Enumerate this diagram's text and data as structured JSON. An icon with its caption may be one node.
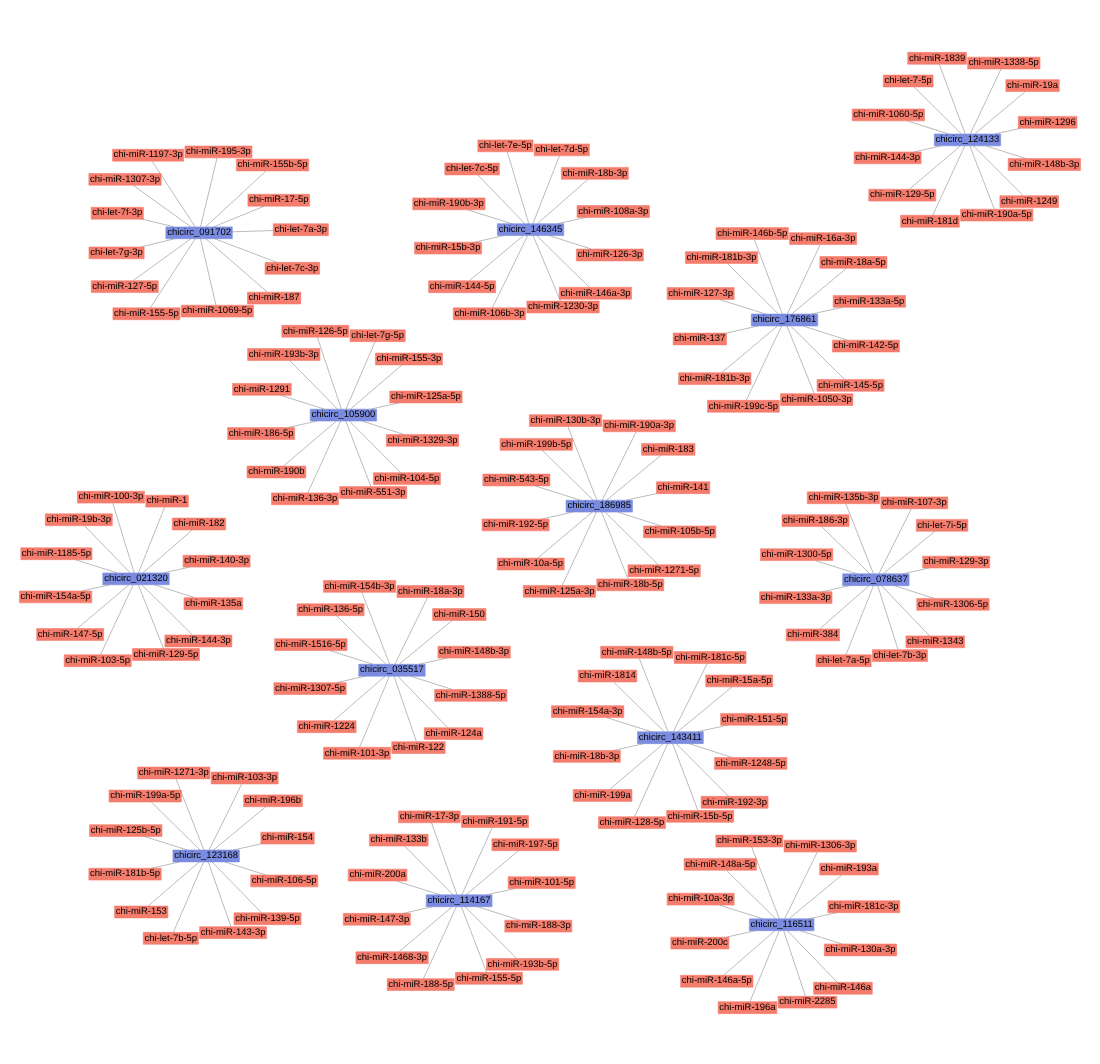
{
  "diagram": {
    "nodes": [
      {
        "text": [
          "chicirc_091702"
        ]
      },
      {
        "text": [
          "chicirc_035517"
        ]
      },
      {
        "text": [
          "chicirc_186985"
        ]
      },
      {
        "text": [
          "chicirc_143411"
        ]
      },
      {
        "text": [
          "chicirc_078637"
        ]
      },
      {
        "text": [
          "chicirc_105900"
        ]
      },
      {
        "text": [
          "chicirc_176861"
        ]
      },
      {
        "text": [
          "chicirc_123168"
        ]
      },
      {
        "text": [
          "chicirc_116511"
        ]
      },
      {
        "text": [
          "chicirc_021320"
        ]
      },
      {
        "text": [
          "chicirc_114167"
        ]
      },
      {
        "text": [
          "chicirc_146345"
        ]
      },
      {
        "text": [
          "chicirc_124133"
        ]
      },
      {
        "text": [
          "chi-miR-17-5p"
        ]
      },
      {
        "text": [
          "chi-miR-150"
        ]
      },
      {
        "text": [
          "chi-miR-183"
        ]
      },
      {
        "text": [
          "chi-miR-15a-5p"
        ]
      },
      {
        "text": [
          "chi-let-7i-5p"
        ]
      },
      {
        "text": [
          "chi-miR-155-3p"
        ]
      },
      {
        "text": [
          "chi-miR-18a-5p"
        ]
      },
      {
        "text": [
          "chi-miR-196b"
        ]
      },
      {
        "text": [
          "chi-miR-193a"
        ]
      },
      {
        "text": [
          "chi-miR-182"
        ]
      },
      {
        "text": [
          "chi-miR-197-5p"
        ]
      },
      {
        "text": [
          "chi-miR-18b-3p"
        ]
      },
      {
        "text": [
          "chi-miR-19a"
        ]
      },
      {
        "text": [
          "chi-miR-155-5p"
        ]
      },
      {
        "text": [
          "chi-miR-101-3p"
        ]
      },
      {
        "text": [
          "chi-miR-125a-3p"
        ]
      },
      {
        "text": [
          "chi-miR-128-5p"
        ]
      },
      {
        "text": [
          "chi-let-7a-5p"
        ]
      },
      {
        "text": [
          "chi-miR-136-3p"
        ]
      },
      {
        "text": [
          "chi-miR-199c-5p"
        ]
      },
      {
        "text": [
          "chi-let-7b-5p"
        ]
      },
      {
        "text": [
          "chi-miR-196a"
        ]
      },
      {
        "text": [
          "chi-miR-103-5p"
        ]
      },
      {
        "text": [
          "chi-miR-188-5p"
        ]
      },
      {
        "text": [
          "chi-miR-106b-3p"
        ]
      },
      {
        "text": [
          "chi-miR-181d"
        ]
      },
      {
        "text": [
          "chi-miR-1197-3p"
        ]
      },
      {
        "text": [
          "chi-miR-154b-3p"
        ]
      },
      {
        "text": [
          "chi-miR-130b-3p"
        ]
      },
      {
        "text": [
          "chi-miR-148b-5p"
        ]
      },
      {
        "text": [
          "chi-miR-135b-3p"
        ]
      },
      {
        "text": [
          "chi-miR-126-5p"
        ]
      },
      {
        "text": [
          "chi-miR-146b-5p"
        ]
      },
      {
        "text": [
          "chi-miR-1271-3p"
        ]
      },
      {
        "text": [
          "chi-miR-153-3p"
        ]
      },
      {
        "text": [
          "chi-miR-100-3p"
        ]
      },
      {
        "text": [
          "chi-miR-17-3p"
        ]
      },
      {
        "text": [
          "chi-let-7e-5p"
        ]
      },
      {
        "text": [
          "chi-miR-1839"
        ]
      },
      {
        "text": [
          "chi-miR-195-3p"
        ]
      },
      {
        "text": [
          "chi-miR-18a-3p"
        ]
      },
      {
        "text": [
          "chi-miR-190a-3p"
        ]
      },
      {
        "text": [
          "chi-miR-181c-5p"
        ]
      },
      {
        "text": [
          "chi-miR-107-3p"
        ]
      },
      {
        "text": [
          "chi-let-7g-5p"
        ]
      },
      {
        "text": [
          "chi-miR-16a-3p"
        ]
      },
      {
        "text": [
          "chi-miR-103-3p"
        ]
      },
      {
        "text": [
          "chi-miR-1306-3p"
        ]
      },
      {
        "text": [
          "chi-miR-1"
        ]
      },
      {
        "text": [
          "chi-miR-191-5p"
        ]
      },
      {
        "text": [
          "chi-let-7d-5p"
        ]
      },
      {
        "text": [
          "chi-miR-1338-5p"
        ]
      },
      {
        "text": [
          "chi-miR-1307-3p"
        ]
      },
      {
        "text": [
          "chi-miR-136-5p"
        ]
      },
      {
        "text": [
          "chi-miR-199b-5p"
        ]
      },
      {
        "text": [
          "chi-miR-1814"
        ]
      },
      {
        "text": [
          "chi-miR-186-3p"
        ]
      },
      {
        "text": [
          "chi-miR-193b-3p"
        ]
      },
      {
        "text": [
          "chi-miR-181b-3p"
        ]
      },
      {
        "text": [
          "chi-miR-199a-5p"
        ]
      },
      {
        "text": [
          "chi-miR-148a-5p"
        ]
      },
      {
        "text": [
          "chi-miR-19b-3p"
        ]
      },
      {
        "text": [
          "chi-miR-133b"
        ]
      },
      {
        "text": [
          "chi-let-7c-5p"
        ]
      },
      {
        "text": [
          "chi-let-7-5p"
        ]
      },
      {
        "text": [
          "chi-let-7g-3p"
        ]
      },
      {
        "text": [
          "chi-miR-1307-5p"
        ]
      },
      {
        "text": [
          "chi-miR-192-5p"
        ]
      },
      {
        "text": [
          "chi-miR-18b-3p"
        ]
      },
      {
        "text": [
          "chi-miR-133a-3p"
        ]
      },
      {
        "text": [
          "chi-miR-186-5p"
        ]
      },
      {
        "text": [
          "chi-miR-137"
        ]
      },
      {
        "text": [
          "chi-miR-181b-5p"
        ]
      },
      {
        "text": [
          "chi-miR-200c"
        ]
      },
      {
        "text": [
          "chi-miR-154a-5p"
        ]
      },
      {
        "text": [
          "chi-miR-147-3p"
        ]
      },
      {
        "text": [
          "chi-miR-15b-3p"
        ]
      },
      {
        "text": [
          "chi-miR-144-3p"
        ]
      },
      {
        "text": [
          "chi-let-7c-3p"
        ]
      },
      {
        "text": [
          "chi-miR-1388-5p"
        ]
      },
      {
        "text": [
          "chi-miR-105b-5p"
        ]
      },
      {
        "text": [
          "chi-miR-1248-5p"
        ]
      },
      {
        "text": [
          "chi-miR-1306-5p"
        ]
      },
      {
        "text": [
          "chi-miR-1329-3p"
        ]
      },
      {
        "text": [
          "chi-miR-142-5p"
        ]
      },
      {
        "text": [
          "chi-miR-106-5p"
        ]
      },
      {
        "text": [
          "chi-miR-130a-3p"
        ]
      },
      {
        "text": [
          "chi-miR-135a"
        ]
      },
      {
        "text": [
          "chi-miR-188-3p"
        ]
      },
      {
        "text": [
          "chi-miR-126-3p"
        ]
      },
      {
        "text": [
          "chi-miR-148b-3p"
        ]
      },
      {
        "text": [
          "chi-miR-127-5p"
        ]
      },
      {
        "text": [
          "chi-miR-1224"
        ]
      },
      {
        "text": [
          "chi-miR-10a-5p"
        ]
      },
      {
        "text": [
          "chi-miR-199a"
        ]
      },
      {
        "text": [
          "chi-miR-384"
        ]
      },
      {
        "text": [
          "chi-miR-190b"
        ]
      },
      {
        "text": [
          "chi-miR-181b-3p"
        ]
      },
      {
        "text": [
          "chi-miR-153"
        ]
      },
      {
        "text": [
          "chi-miR-146a-5p"
        ]
      },
      {
        "text": [
          "chi-miR-147-5p"
        ]
      },
      {
        "text": [
          "chi-miR-1468-3p"
        ]
      },
      {
        "text": [
          "chi-miR-144-5p"
        ]
      },
      {
        "text": [
          "chi-miR-129-5p"
        ]
      },
      {
        "text": [
          "chi-miR-187"
        ]
      },
      {
        "text": [
          "chi-miR-124a"
        ]
      },
      {
        "text": [
          "chi-miR-1271-5p"
        ]
      },
      {
        "text": [
          "chi-miR-192-3p"
        ]
      },
      {
        "text": [
          "chi-miR-1343"
        ]
      },
      {
        "text": [
          "chi-miR-104-5p"
        ]
      },
      {
        "text": [
          "chi-miR-145-5p"
        ]
      },
      {
        "text": [
          "chi-miR-139-5p"
        ]
      },
      {
        "text": [
          "chi-miR-146a"
        ]
      },
      {
        "text": [
          "chi-miR-144-3p"
        ]
      },
      {
        "text": [
          "chi-miR-193b-5p"
        ]
      },
      {
        "text": [
          "chi-miR-146a-3p"
        ]
      },
      {
        "text": [
          "chi-miR-1249"
        ]
      },
      {
        "text": [
          "chi-miR-1069-5p"
        ]
      },
      {
        "text": [
          "chi-miR-122"
        ]
      },
      {
        "text": [
          "chi-miR-18b-5p"
        ]
      },
      {
        "text": [
          "chi-miR-15b-5p"
        ]
      },
      {
        "text": [
          "chi-let-7b-3p"
        ]
      },
      {
        "text": [
          "chi-miR-551-3p"
        ]
      },
      {
        "text": [
          "chi-miR-1050-3p"
        ]
      },
      {
        "text": [
          "chi-miR-143-3p"
        ]
      },
      {
        "text": [
          "chi-miR-2285"
        ]
      },
      {
        "text": [
          "chi-miR-129-5p"
        ]
      },
      {
        "text": [
          "chi-miR-155-5p"
        ]
      },
      {
        "text": [
          "chi-miR-1230-3p"
        ]
      },
      {
        "text": [
          "chi-miR-190a-5p"
        ]
      },
      {
        "text": [
          "chi-let-7f-3p"
        ]
      },
      {
        "text": [
          "chi-miR-1516-5p"
        ]
      },
      {
        "text": [
          "chi-miR-543-5p"
        ]
      },
      {
        "text": [
          "chi-miR-154a-3p"
        ]
      },
      {
        "text": [
          "chi-miR-1300-5p"
        ]
      },
      {
        "text": [
          "chi-miR-1291"
        ]
      },
      {
        "text": [
          "chi-miR-127-3p"
        ]
      },
      {
        "text": [
          "chi-miR-125b-5p"
        ]
      },
      {
        "text": [
          "chi-miR-10a-3p"
        ]
      },
      {
        "text": [
          "chi-miR-1185-5p"
        ]
      },
      {
        "text": [
          "chi-miR-200a"
        ]
      },
      {
        "text": [
          "chi-miR-190b-3p"
        ]
      },
      {
        "text": [
          "chi-miR-1060-5p"
        ]
      },
      {
        "text": [
          "chi-let-7a-3p"
        ]
      },
      {
        "text": [
          "chi-miR-148b-3p"
        ]
      },
      {
        "text": [
          "chi-miR-141"
        ]
      },
      {
        "text": [
          "chi-miR-151-5p"
        ]
      },
      {
        "text": [
          "chi-miR-129-3p"
        ]
      },
      {
        "text": [
          "chi-miR-125a-5p"
        ]
      },
      {
        "text": [
          "chi-miR-133a-5p"
        ]
      },
      {
        "text": [
          "chi-miR-154"
        ]
      },
      {
        "text": [
          "chi-miR-181c-3p"
        ]
      },
      {
        "text": [
          "chi-miR-140-3p"
        ]
      },
      {
        "text": [
          "chi-miR-101-5p"
        ]
      },
      {
        "text": [
          "chi-miR-108a-3p"
        ]
      },
      {
        "text": [
          "chi-miR-1296"
        ]
      },
      {
        "text": [
          "chi-miR-155b-5p"
        ]
      }
    ],
    "edges": [
      {
        "from": 13,
        "to": 0,
        "arrow": "none"
      },
      {
        "from": 14,
        "to": 1,
        "arrow": "none"
      },
      {
        "from": 15,
        "to": 2,
        "arrow": "none"
      },
      {
        "from": 16,
        "to": 3,
        "arrow": "none"
      },
      {
        "from": 17,
        "to": 4,
        "arrow": "none"
      },
      {
        "from": 18,
        "to": 5,
        "arrow": "none"
      },
      {
        "from": 19,
        "to": 6,
        "arrow": "none"
      },
      {
        "from": 20,
        "to": 7,
        "arrow": "none"
      },
      {
        "from": 21,
        "to": 8,
        "arrow": "none"
      },
      {
        "from": 22,
        "to": 9,
        "arrow": "none"
      },
      {
        "from": 23,
        "to": 10,
        "arrow": "none"
      },
      {
        "from": 24,
        "to": 11,
        "arrow": "none"
      },
      {
        "from": 25,
        "to": 12,
        "arrow": "none"
      },
      {
        "from": 26,
        "to": 0,
        "arrow": "none"
      },
      {
        "from": 27,
        "to": 1,
        "arrow": "none"
      },
      {
        "from": 28,
        "to": 2,
        "arrow": "none"
      },
      {
        "from": 29,
        "to": 3,
        "arrow": "none"
      },
      {
        "from": 30,
        "to": 4,
        "arrow": "none"
      },
      {
        "from": 31,
        "to": 5,
        "arrow": "none"
      },
      {
        "from": 32,
        "to": 6,
        "arrow": "none"
      },
      {
        "from": 33,
        "to": 7,
        "arrow": "none"
      },
      {
        "from": 34,
        "to": 8,
        "arrow": "none"
      },
      {
        "from": 35,
        "to": 9,
        "arrow": "none"
      },
      {
        "from": 36,
        "to": 10,
        "arrow": "none"
      },
      {
        "from": 37,
        "to": 11,
        "arrow": "none"
      },
      {
        "from": 38,
        "to": 12,
        "arrow": "none"
      },
      {
        "from": 39,
        "to": 0,
        "arrow": "none"
      },
      {
        "from": 40,
        "to": 1,
        "arrow": "none"
      },
      {
        "from": 41,
        "to": 2,
        "arrow": "none"
      },
      {
        "from": 42,
        "to": 3,
        "arrow": "none"
      },
      {
        "from": 43,
        "to": 4,
        "arrow": "none"
      },
      {
        "from": 44,
        "to": 5,
        "arrow": "none"
      },
      {
        "from": 45,
        "to": 6,
        "arrow": "none"
      },
      {
        "from": 46,
        "to": 7,
        "arrow": "none"
      },
      {
        "from": 47,
        "to": 8,
        "arrow": "none"
      },
      {
        "from": 48,
        "to": 9,
        "arrow": "none"
      },
      {
        "from": 49,
        "to": 10,
        "arrow": "none"
      },
      {
        "from": 50,
        "to": 11,
        "arrow": "none"
      },
      {
        "from": 51,
        "to": 12,
        "arrow": "none"
      },
      {
        "from": 52,
        "to": 0,
        "arrow": "none"
      },
      {
        "from": 53,
        "to": 1,
        "arrow": "none"
      },
      {
        "from": 54,
        "to": 2,
        "arrow": "none"
      },
      {
        "from": 55,
        "to": 3,
        "arrow": "none"
      },
      {
        "from": 56,
        "to": 4,
        "arrow": "none"
      },
      {
        "from": 57,
        "to": 5,
        "arrow": "none"
      },
      {
        "from": 58,
        "to": 6,
        "arrow": "none"
      },
      {
        "from": 59,
        "to": 7,
        "arrow": "none"
      },
      {
        "from": 60,
        "to": 8,
        "arrow": "none"
      },
      {
        "from": 61,
        "to": 9,
        "arrow": "none"
      },
      {
        "from": 62,
        "to": 10,
        "arrow": "none"
      },
      {
        "from": 63,
        "to": 11,
        "arrow": "none"
      },
      {
        "from": 64,
        "to": 12,
        "arrow": "none"
      },
      {
        "from": 65,
        "to": 0,
        "arrow": "none"
      },
      {
        "from": 66,
        "to": 1,
        "arrow": "none"
      },
      {
        "from": 67,
        "to": 2,
        "arrow": "none"
      },
      {
        "from": 68,
        "to": 3,
        "arrow": "none"
      },
      {
        "from": 69,
        "to": 4,
        "arrow": "none"
      },
      {
        "from": 70,
        "to": 5,
        "arrow": "none"
      },
      {
        "from": 71,
        "to": 6,
        "arrow": "none"
      },
      {
        "from": 72,
        "to": 7,
        "arrow": "none"
      },
      {
        "from": 73,
        "to": 8,
        "arrow": "none"
      },
      {
        "from": 74,
        "to": 9,
        "arrow": "none"
      },
      {
        "from": 75,
        "to": 10,
        "arrow": "none"
      },
      {
        "from": 76,
        "to": 11,
        "arrow": "none"
      },
      {
        "from": 77,
        "to": 12,
        "arrow": "none"
      },
      {
        "from": 78,
        "to": 0,
        "arrow": "none"
      },
      {
        "from": 79,
        "to": 1,
        "arrow": "none"
      },
      {
        "from": 80,
        "to": 2,
        "arrow": "none"
      },
      {
        "from": 81,
        "to": 3,
        "arrow": "none"
      },
      {
        "from": 82,
        "to": 4,
        "arrow": "none"
      },
      {
        "from": 83,
        "to": 5,
        "arrow": "none"
      },
      {
        "from": 84,
        "to": 6,
        "arrow": "none"
      },
      {
        "from": 85,
        "to": 7,
        "arrow": "none"
      },
      {
        "from": 86,
        "to": 8,
        "arrow": "none"
      },
      {
        "from": 87,
        "to": 9,
        "arrow": "none"
      },
      {
        "from": 88,
        "to": 10,
        "arrow": "none"
      },
      {
        "from": 89,
        "to": 11,
        "arrow": "none"
      },
      {
        "from": 90,
        "to": 12,
        "arrow": "none"
      },
      {
        "from": 91,
        "to": 0,
        "arrow": "none"
      },
      {
        "from": 92,
        "to": 1,
        "arrow": "none"
      },
      {
        "from": 93,
        "to": 2,
        "arrow": "none"
      },
      {
        "from": 94,
        "to": 3,
        "arrow": "none"
      },
      {
        "from": 95,
        "to": 4,
        "arrow": "none"
      },
      {
        "from": 96,
        "to": 5,
        "arrow": "none"
      },
      {
        "from": 97,
        "to": 6,
        "arrow": "none"
      },
      {
        "from": 98,
        "to": 7,
        "arrow": "none"
      },
      {
        "from": 99,
        "to": 8,
        "arrow": "none"
      },
      {
        "from": 100,
        "to": 9,
        "arrow": "none"
      },
      {
        "from": 101,
        "to": 10,
        "arrow": "none"
      },
      {
        "from": 102,
        "to": 11,
        "arrow": "none"
      },
      {
        "from": 103,
        "to": 12,
        "arrow": "none"
      },
      {
        "from": 104,
        "to": 0,
        "arrow": "none"
      },
      {
        "from": 105,
        "to": 1,
        "arrow": "none"
      },
      {
        "from": 106,
        "to": 2,
        "arrow": "none"
      },
      {
        "from": 107,
        "to": 3,
        "arrow": "none"
      },
      {
        "from": 108,
        "to": 4,
        "arrow": "none"
      },
      {
        "from": 109,
        "to": 5,
        "arrow": "none"
      },
      {
        "from": 110,
        "to": 6,
        "arrow": "none"
      },
      {
        "from": 111,
        "to": 7,
        "arrow": "none"
      },
      {
        "from": 112,
        "to": 8,
        "arrow": "none"
      },
      {
        "from": 113,
        "to": 9,
        "arrow": "none"
      },
      {
        "from": 114,
        "to": 10,
        "arrow": "none"
      },
      {
        "from": 115,
        "to": 11,
        "arrow": "none"
      },
      {
        "from": 116,
        "to": 12,
        "arrow": "none"
      },
      {
        "from": 117,
        "to": 0,
        "arrow": "none"
      },
      {
        "from": 118,
        "to": 1,
        "arrow": "none"
      },
      {
        "from": 119,
        "to": 2,
        "arrow": "none"
      },
      {
        "from": 120,
        "to": 3,
        "arrow": "none"
      },
      {
        "from": 121,
        "to": 4,
        "arrow": "none"
      },
      {
        "from": 122,
        "to": 5,
        "arrow": "none"
      },
      {
        "from": 123,
        "to": 6,
        "arrow": "none"
      },
      {
        "from": 124,
        "to": 7,
        "arrow": "none"
      },
      {
        "from": 125,
        "to": 8,
        "arrow": "none"
      },
      {
        "from": 126,
        "to": 9,
        "arrow": "none"
      },
      {
        "from": 127,
        "to": 10,
        "arrow": "none"
      },
      {
        "from": 128,
        "to": 11,
        "arrow": "none"
      },
      {
        "from": 129,
        "to": 12,
        "arrow": "none"
      },
      {
        "from": 130,
        "to": 0,
        "arrow": "none"
      },
      {
        "from": 131,
        "to": 1,
        "arrow": "none"
      },
      {
        "from": 132,
        "to": 2,
        "arrow": "none"
      },
      {
        "from": 133,
        "to": 3,
        "arrow": "none"
      },
      {
        "from": 134,
        "to": 4,
        "arrow": "none"
      },
      {
        "from": 135,
        "to": 5,
        "arrow": "none"
      },
      {
        "from": 136,
        "to": 6,
        "arrow": "none"
      },
      {
        "from": 137,
        "to": 7,
        "arrow": "none"
      },
      {
        "from": 138,
        "to": 8,
        "arrow": "none"
      },
      {
        "from": 139,
        "to": 9,
        "arrow": "none"
      },
      {
        "from": 140,
        "to": 10,
        "arrow": "none"
      },
      {
        "from": 141,
        "to": 11,
        "arrow": "none"
      },
      {
        "from": 142,
        "to": 12,
        "arrow": "none"
      },
      {
        "from": 143,
        "to": 0,
        "arrow": "none"
      },
      {
        "from": 144,
        "to": 1,
        "arrow": "none"
      },
      {
        "from": 145,
        "to": 2,
        "arrow": "none"
      },
      {
        "from": 146,
        "to": 3,
        "arrow": "none"
      },
      {
        "from": 147,
        "to": 4,
        "arrow": "none"
      },
      {
        "from": 148,
        "to": 5,
        "arrow": "none"
      },
      {
        "from": 149,
        "to": 6,
        "arrow": "none"
      },
      {
        "from": 150,
        "to": 7,
        "arrow": "none"
      },
      {
        "from": 151,
        "to": 8,
        "arrow": "none"
      },
      {
        "from": 152,
        "to": 9,
        "arrow": "none"
      },
      {
        "from": 153,
        "to": 10,
        "arrow": "none"
      },
      {
        "from": 154,
        "to": 11,
        "arrow": "none"
      },
      {
        "from": 155,
        "to": 12,
        "arrow": "none"
      },
      {
        "from": 156,
        "to": 0,
        "arrow": "none"
      },
      {
        "from": 157,
        "to": 1,
        "arrow": "none"
      },
      {
        "from": 158,
        "to": 2,
        "arrow": "none"
      },
      {
        "from": 159,
        "to": 3,
        "arrow": "none"
      },
      {
        "from": 160,
        "to": 4,
        "arrow": "none"
      },
      {
        "from": 161,
        "to": 5,
        "arrow": "none"
      },
      {
        "from": 162,
        "to": 6,
        "arrow": "none"
      },
      {
        "from": 163,
        "to": 7,
        "arrow": "none"
      },
      {
        "from": 164,
        "to": 8,
        "arrow": "none"
      },
      {
        "from": 165,
        "to": 9,
        "arrow": "none"
      },
      {
        "from": 166,
        "to": 10,
        "arrow": "none"
      },
      {
        "from": 167,
        "to": 11,
        "arrow": "none"
      },
      {
        "from": 168,
        "to": 12,
        "arrow": "none"
      },
      {
        "from": 169,
        "to": 0,
        "arrow": "none"
      }
    ]
  }
}
